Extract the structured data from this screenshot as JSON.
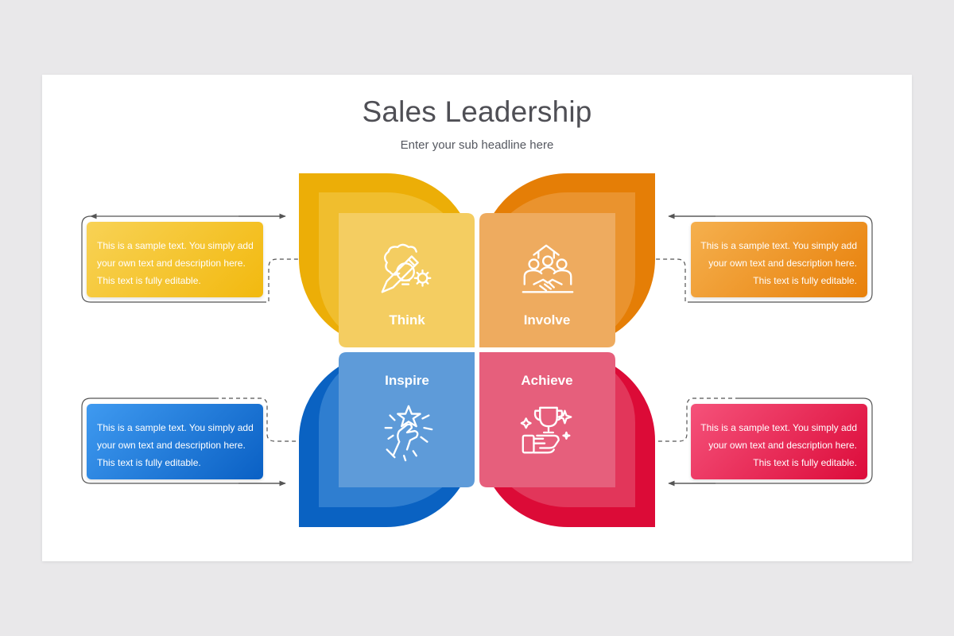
{
  "title": "Sales Leadership",
  "subtitle": "Enter your sub headline here",
  "colors": {
    "think": "#f0b40f",
    "involve": "#e9840c",
    "inspire": "#0f6ccb",
    "achieve": "#e0103a"
  },
  "quadrants": {
    "think": {
      "label": "Think",
      "icon": "brain-lightbulb-pencil-icon",
      "text": "This is a sample text. You simply add your own text and description here. This text is fully editable."
    },
    "involve": {
      "label": "Involve",
      "icon": "team-handshake-icon",
      "text": "This is a sample text. You simply add your own text and description here. This text is fully editable."
    },
    "inspire": {
      "label": "Inspire",
      "icon": "hand-star-icon",
      "text": "This is a sample text. You simply add your own text and description here. This text is fully editable."
    },
    "achieve": {
      "label": "Achieve",
      "icon": "trophy-hand-icon",
      "text": "This is a sample text. You simply add your own text and description here. This text is fully editable."
    }
  }
}
